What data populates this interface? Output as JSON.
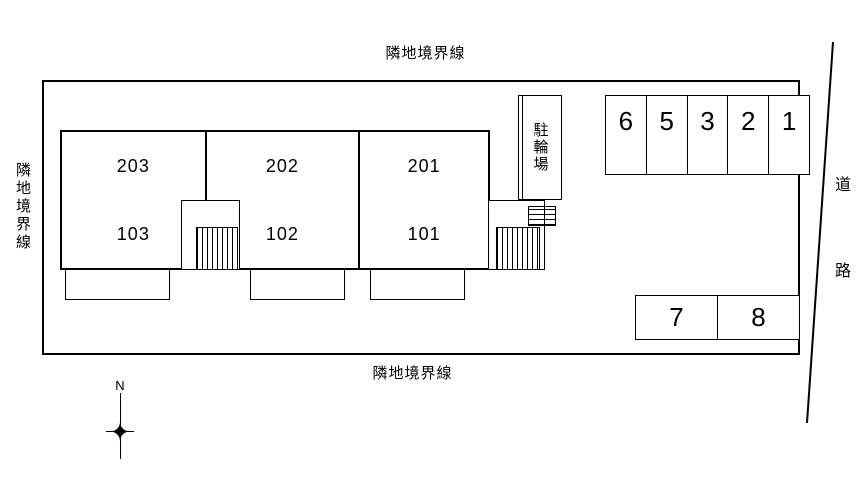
{
  "labels": {
    "boundary_top": "隣地境界線",
    "boundary_bottom": "隣地境界線",
    "boundary_left": "隣地境界線",
    "road": "道路",
    "bicycle_parking": "駐輪場",
    "compass_north": "N"
  },
  "building": {
    "units": [
      {
        "upper": "203",
        "lower": "103"
      },
      {
        "upper": "202",
        "lower": "102"
      },
      {
        "upper": "201",
        "lower": "101"
      }
    ]
  },
  "parking": {
    "top_row": [
      "6",
      "5",
      "3",
      "2",
      "1"
    ],
    "bottom_row": [
      "7",
      "8"
    ]
  }
}
